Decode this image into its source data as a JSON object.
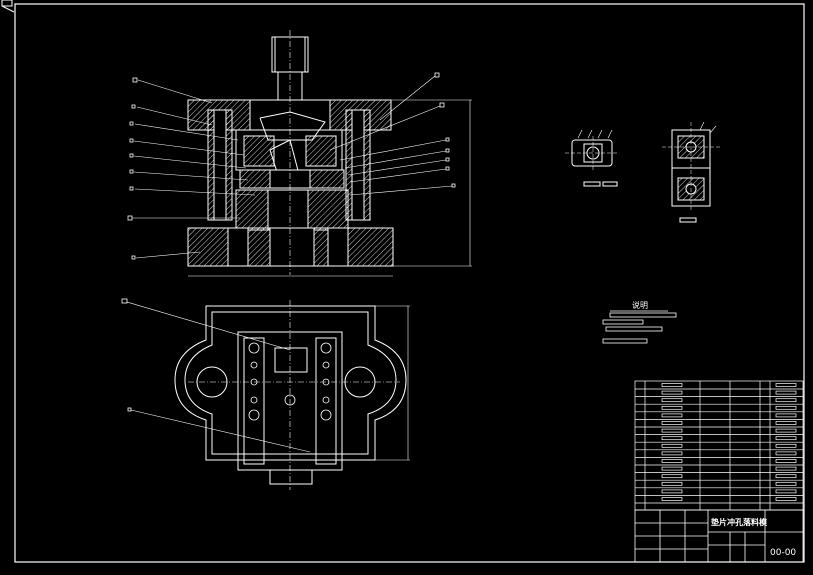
{
  "drawing": {
    "notes_heading": "说明",
    "title_block": {
      "drawing_name": "垫片冲孔落料模",
      "drawing_number": "00-00"
    },
    "colors": {
      "background": "#000000",
      "line": "#ffffff",
      "hatch": "#ffffff",
      "label_box": "#ffffff"
    }
  }
}
